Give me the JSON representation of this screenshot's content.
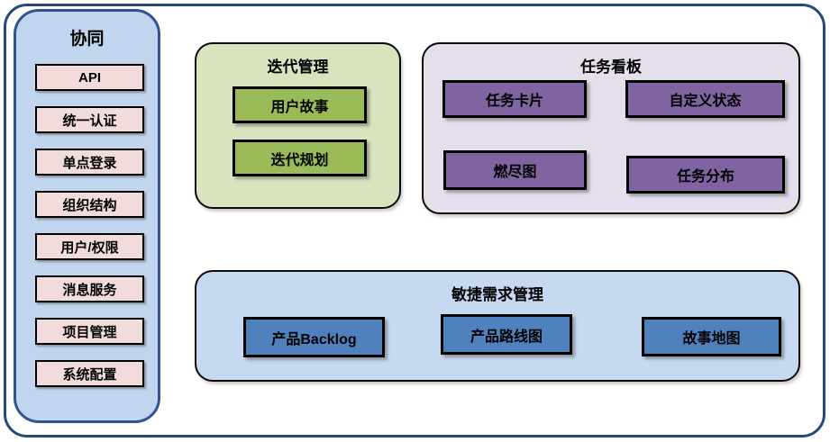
{
  "sidebar": {
    "title": "协同",
    "items": [
      "API",
      "统一认证",
      "单点登录",
      "组织结构",
      "用户/权限",
      "消息服务",
      "项目管理",
      "系统配置"
    ]
  },
  "iteration_panel": {
    "title": "迭代管理",
    "items": [
      "用户故事",
      "迭代规划"
    ]
  },
  "taskboard_panel": {
    "title": "任务看板",
    "items": [
      "任务卡片",
      "自定义状态",
      "燃尽图",
      "任务分布"
    ]
  },
  "agile_panel": {
    "title": "敏捷需求管理",
    "items": [
      "产品Backlog",
      "产品路线图",
      "故事地图"
    ]
  },
  "colors": {
    "outer_border": "#27497a",
    "sidebar_fill": "#c1d5ee",
    "sidebar_border": "#31538f",
    "pink_item_fill": "#f2dcdb",
    "iteration_panel_fill": "#d7e4bd",
    "iteration_box_fill": "#9bbb59",
    "taskboard_panel_fill": "#e5dfec",
    "taskboard_box_fill": "#8064a2",
    "agile_panel_fill": "#c6d9f1",
    "agile_box_fill": "#4f81bd",
    "box_border": "#000000",
    "text": "#000000"
  }
}
